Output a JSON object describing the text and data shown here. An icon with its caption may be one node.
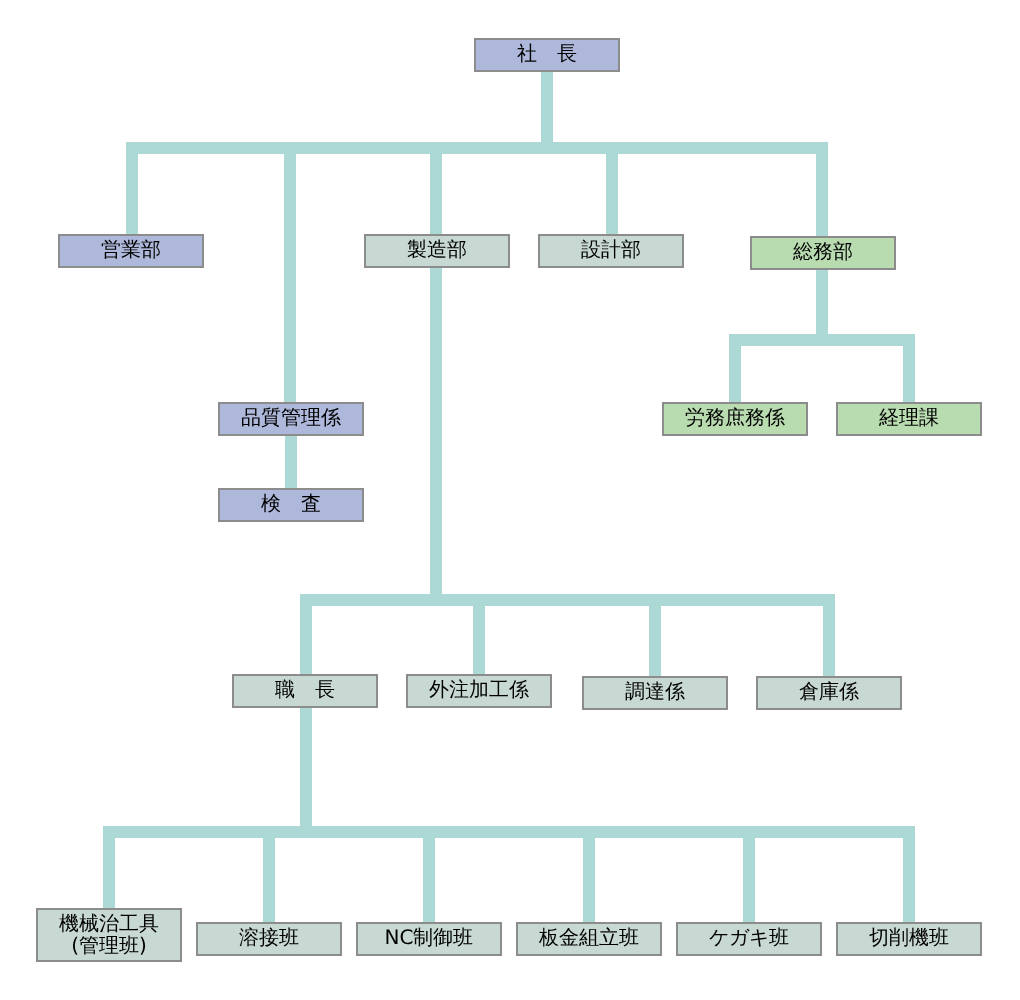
{
  "diagram": {
    "nodes": [
      {
        "text": [
          "社　長"
        ]
      },
      {
        "text": [
          "営業部"
        ]
      },
      {
        "text": [
          "品質管理係"
        ]
      },
      {
        "text": [
          "検　査"
        ]
      },
      {
        "text": [
          "製造部"
        ]
      },
      {
        "text": [
          "設計部"
        ]
      },
      {
        "text": [
          "総務部"
        ]
      },
      {
        "text": [
          "労務庶務係"
        ]
      },
      {
        "text": [
          "経理課"
        ]
      },
      {
        "text": [
          "職　長"
        ]
      },
      {
        "text": [
          "外注加工係"
        ]
      },
      {
        "text": [
          "調達係"
        ]
      },
      {
        "text": [
          "倉庫係"
        ]
      },
      {
        "text": [
          "機械治工具(管理班)"
        ]
      },
      {
        "text": [
          "溶接班"
        ]
      },
      {
        "text": [
          "NC制御班"
        ]
      },
      {
        "text": [
          "板金組立班"
        ]
      },
      {
        "text": [
          "ケガキ班"
        ]
      },
      {
        "text": [
          "切削機班"
        ]
      }
    ],
    "edges": [
      {
        "from": 0,
        "to": 1,
        "arrow": "none"
      },
      {
        "from": 0,
        "to": 2,
        "arrow": "none"
      },
      {
        "from": 0,
        "to": 4,
        "arrow": "none"
      },
      {
        "from": 0,
        "to": 5,
        "arrow": "none"
      },
      {
        "from": 0,
        "to": 6,
        "arrow": "none"
      },
      {
        "from": 2,
        "to": 3,
        "arrow": "none"
      },
      {
        "from": 6,
        "to": 7,
        "arrow": "none"
      },
      {
        "from": 6,
        "to": 8,
        "arrow": "none"
      },
      {
        "from": 4,
        "to": 9,
        "arrow": "none"
      },
      {
        "from": 4,
        "to": 10,
        "arrow": "none"
      },
      {
        "from": 4,
        "to": 11,
        "arrow": "none"
      },
      {
        "from": 4,
        "to": 12,
        "arrow": "none"
      },
      {
        "from": 9,
        "to": 13,
        "arrow": "none"
      },
      {
        "from": 9,
        "to": 14,
        "arrow": "none"
      },
      {
        "from": 9,
        "to": 15,
        "arrow": "none"
      },
      {
        "from": 9,
        "to": 16,
        "arrow": "none"
      },
      {
        "from": 9,
        "to": 17,
        "arrow": "none"
      },
      {
        "from": 9,
        "to": 18,
        "arrow": "none"
      }
    ]
  }
}
